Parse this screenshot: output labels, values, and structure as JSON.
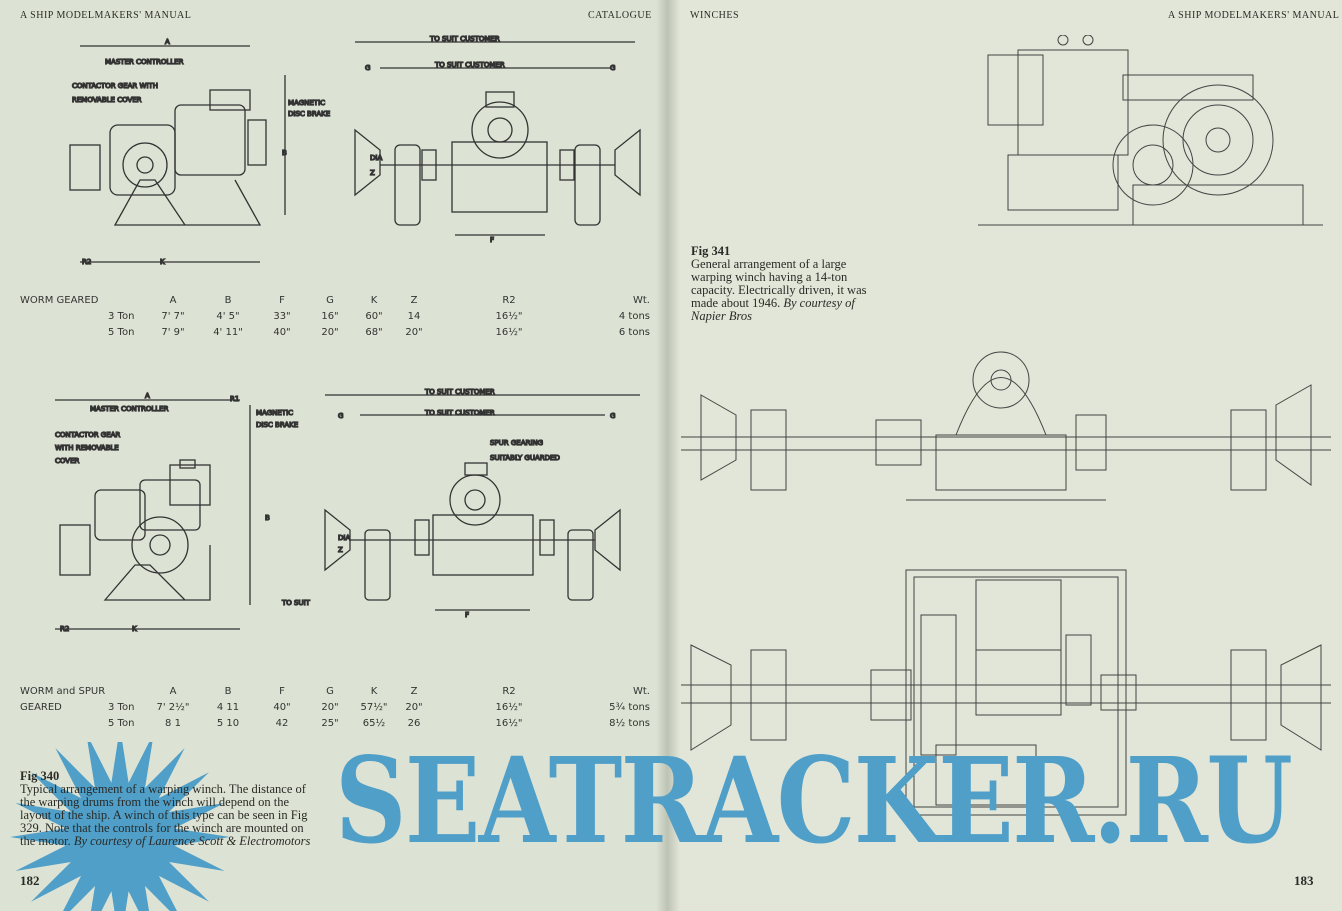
{
  "left_page": {
    "header_left": "A SHIP MODELMAKERS' MANUAL",
    "header_right": "CATALOGUE",
    "page_number": "182",
    "drawing1": {
      "labels": [
        "A",
        "MASTER CONTROLLER",
        "CONTACTOR GEAR WITH",
        "REMOVABLE COVER",
        "MAGNETIC",
        "DISC BRAKE",
        "B",
        "R2",
        "K",
        "TO SUIT CUSTOMER",
        "TO SUIT CUSTOMER",
        "G",
        "G",
        "DIA",
        "Z",
        "F"
      ]
    },
    "table1": {
      "headers": [
        "WORM GEARED",
        "",
        "A",
        "B",
        "F",
        "G",
        "K",
        "Z",
        "R2",
        "Wt."
      ],
      "rows": [
        [
          "",
          "3 Ton",
          "7' 7\"",
          "4' 5\"",
          "33\"",
          "16\"",
          "60\"",
          "14",
          "16½\"",
          "4 tons"
        ],
        [
          "",
          "5 Ton",
          "7' 9\"",
          "4' 11\"",
          "40\"",
          "20\"",
          "68\"",
          "20\"",
          "16½\"",
          "6 tons"
        ]
      ]
    },
    "drawing2": {
      "labels": [
        "A",
        "R1",
        "MASTER CONTROLLER",
        "MAGNETIC",
        "DISC BRAKE",
        "CONTACTOR GEAR",
        "WITH REMOVABLE",
        "COVER",
        "B",
        "R2",
        "K",
        "TO SUIT CUSTOMER",
        "TO SUIT CUSTOMER",
        "G",
        "G",
        "SPUR GEARING",
        "SUITABLY GUARDED",
        "DIA",
        "Z",
        "F",
        "TO SUIT"
      ]
    },
    "table2": {
      "headers": [
        "WORM and SPUR",
        "",
        "A",
        "B",
        "F",
        "G",
        "K",
        "Z",
        "R2",
        "Wt."
      ],
      "rows": [
        [
          "GEARED",
          "3 Ton",
          "7' 2½\"",
          "4 11",
          "40\"",
          "20\"",
          "57½\"",
          "20\"",
          "16½\"",
          "5¾ tons"
        ],
        [
          "",
          "5 Ton",
          "8 1",
          "5 10",
          "42",
          "25\"",
          "65½",
          "26",
          "16½\"",
          "8½ tons"
        ]
      ]
    },
    "caption": {
      "fig": "Fig 340",
      "text": "Typical arrangement of a warping winch. The distance of the warping drums from the winch will depend on the layout of the ship. A winch of this type can be seen in Fig 329. Note that the controls for the winch are mounted on the motor.",
      "credit": "By courtesy of Laurence Scott & Electromotors"
    }
  },
  "right_page": {
    "header_left": "WINCHES",
    "header_right": "A SHIP MODELMAKERS' MANUAL",
    "page_number": "183",
    "caption": {
      "fig": "Fig 341",
      "text": "General arrangement of a large warping winch having a 14-ton capacity. Electrically driven, it was made about 1946.",
      "credit": "By courtesy of Napier Bros"
    }
  },
  "watermark": {
    "text": "SEATRACKER.RU",
    "color": "#4f9fc9"
  }
}
